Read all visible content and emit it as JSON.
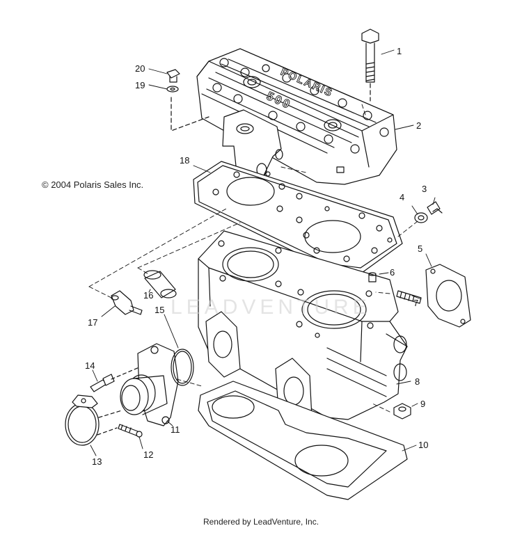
{
  "copyright": "© 2004 Polaris Sales Inc.",
  "footer": "Rendered by LeadVenture, Inc.",
  "watermark": "LEADVENTURE",
  "head_cover_emboss": [
    "POLARIS",
    "500"
  ],
  "callouts": [
    "1",
    "2",
    "3",
    "4",
    "5",
    "6",
    "7",
    "8",
    "9",
    "10",
    "11",
    "12",
    "13",
    "14",
    "15",
    "16",
    "17",
    "18",
    "19",
    "20"
  ]
}
